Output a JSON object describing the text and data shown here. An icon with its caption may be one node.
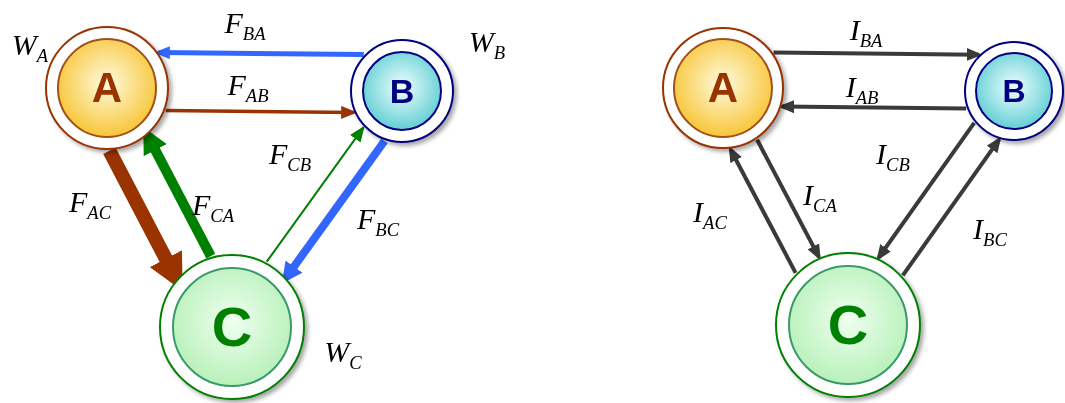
{
  "diagram": {
    "nodes": [
      {
        "text": [
          "A"
        ],
        "beside": [
          "W$_{A}$"
        ]
      },
      {
        "text": [
          "B"
        ],
        "beside": [
          "W$_{B}$"
        ]
      },
      {
        "text": [
          "C"
        ],
        "beside": [
          "W$_{C}$"
        ]
      },
      {
        "text": [
          "A"
        ]
      },
      {
        "text": [
          "B"
        ]
      },
      {
        "text": [
          "C"
        ]
      }
    ],
    "edges": [
      {
        "from": 1,
        "to": 0,
        "arrow": "to",
        "label": "F$_{BA}$",
        "color": "#3366ff"
      },
      {
        "from": 0,
        "to": 1,
        "arrow": "to",
        "label": "F$_{AB}$",
        "color": "#993300"
      },
      {
        "from": 0,
        "to": 2,
        "arrow": "to",
        "label": "F$_{AC}$",
        "color": "#993300",
        "style": "thick"
      },
      {
        "from": 2,
        "to": 0,
        "arrow": "to",
        "label": "F$_{CA}$",
        "color": "#008000",
        "style": "thick"
      },
      {
        "from": 2,
        "to": 1,
        "arrow": "to",
        "label": "F$_{CB}$",
        "color": "#008000"
      },
      {
        "from": 1,
        "to": 2,
        "arrow": "to",
        "label": "F$_{BC}$",
        "color": "#3366ff",
        "style": "thick"
      },
      {
        "from": 3,
        "to": 4,
        "arrow": "to",
        "label": "I$_{BA}$"
      },
      {
        "from": 4,
        "to": 3,
        "arrow": "to",
        "label": "I$_{AB}$"
      },
      {
        "from": 5,
        "to": 3,
        "arrow": "to",
        "label": "I$_{AC}$"
      },
      {
        "from": 3,
        "to": 5,
        "arrow": "to",
        "label": "I$_{CA}$"
      },
      {
        "from": 4,
        "to": 5,
        "arrow": "to",
        "label": "I$_{CB}$"
      },
      {
        "from": 5,
        "to": 4,
        "arrow": "to",
        "label": "I$_{BC}$"
      }
    ]
  }
}
